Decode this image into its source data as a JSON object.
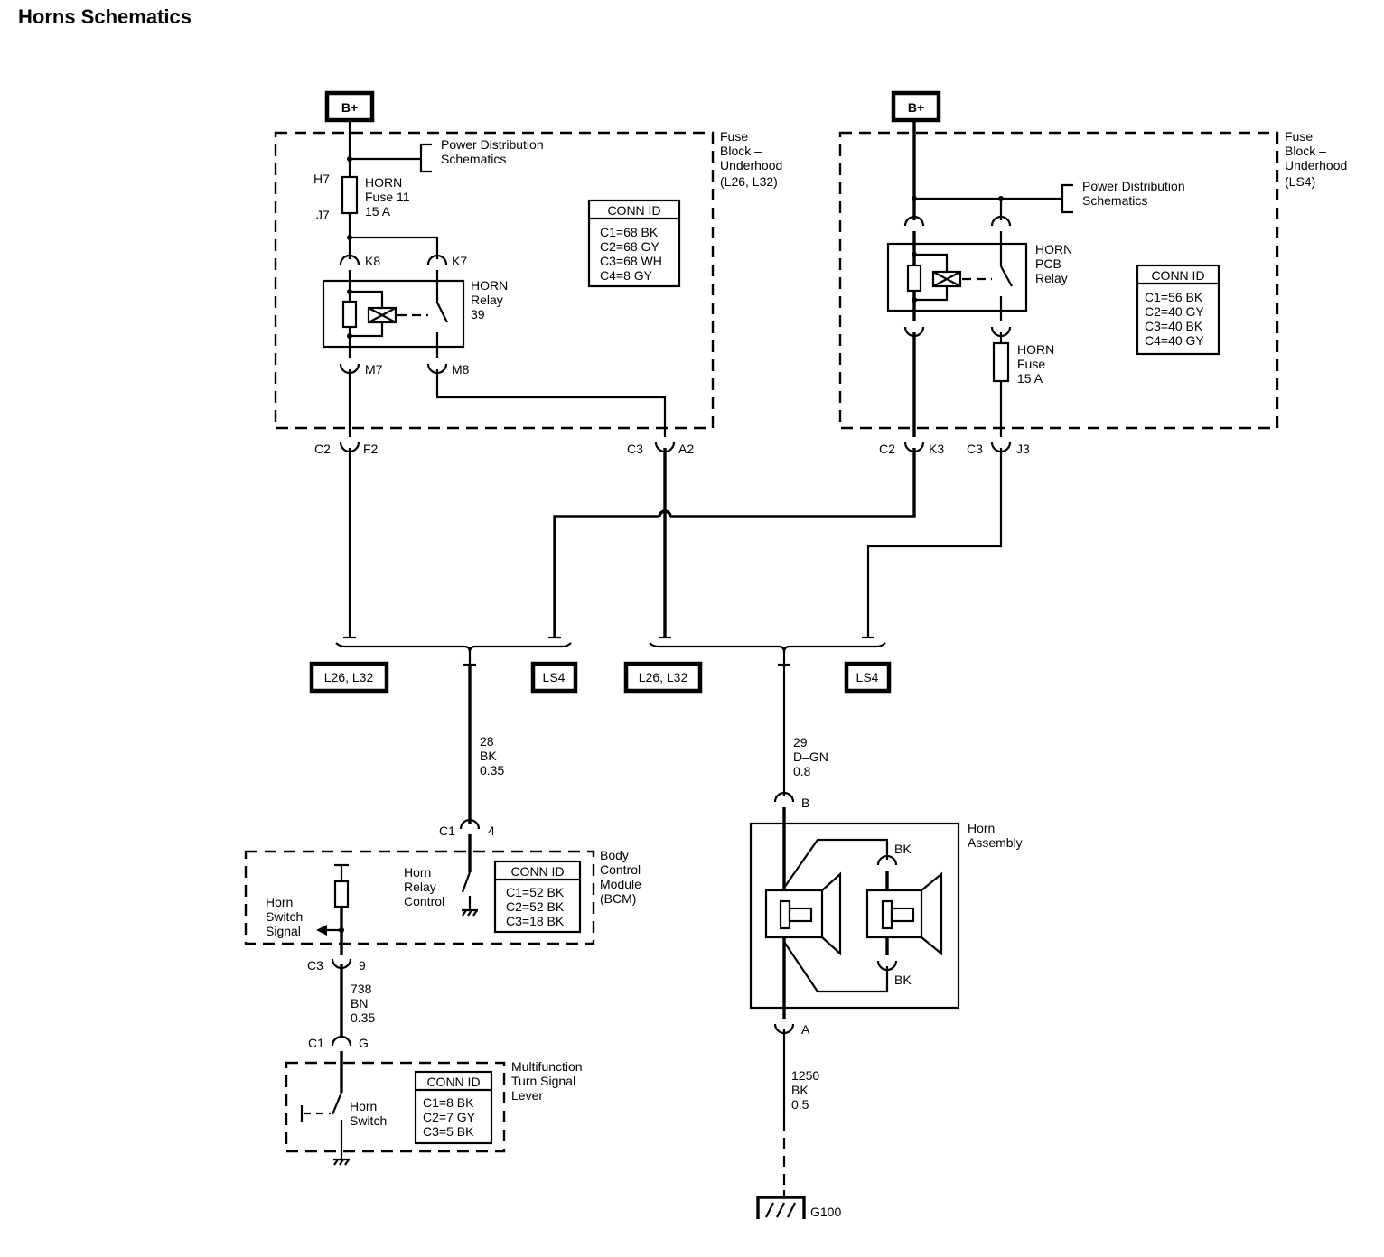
{
  "title": "Horns Schematics",
  "battery": {
    "label": "B+"
  },
  "fuse_block_left": {
    "title": [
      "Fuse",
      "Block –",
      "Underhood",
      "(L26, L32)"
    ],
    "power_dist": [
      "Power Distribution",
      "Schematics"
    ],
    "fuse_pins": {
      "top": "H7",
      "bottom": "J7"
    },
    "fuse_label": [
      "HORN",
      "Fuse 11",
      "15 A"
    ],
    "relay_label": [
      "HORN",
      "Relay",
      "39"
    ],
    "relay_pins": {
      "k8": "K8",
      "k7": "K7",
      "m7": "M7",
      "m8": "M8"
    },
    "conn": {
      "header": "CONN ID",
      "rows": [
        "C1=68 BK",
        "C2=68 GY",
        "C3=68 WH",
        "C4=8 GY"
      ]
    },
    "out_c2": {
      "conn": "C2",
      "pin": "F2"
    },
    "out_c3": {
      "conn": "C3",
      "pin": "A2"
    }
  },
  "fuse_block_right": {
    "title": [
      "Fuse",
      "Block –",
      "Underhood",
      "(LS4)"
    ],
    "power_dist": [
      "Power Distribution",
      "Schematics"
    ],
    "relay_label": [
      "HORN",
      "PCB",
      "Relay"
    ],
    "fuse_label": [
      "HORN",
      "Fuse",
      "15 A"
    ],
    "conn": {
      "header": "CONN ID",
      "rows": [
        "C1=56 BK",
        "C2=40 GY",
        "C3=40 BK",
        "C4=40 GY"
      ]
    },
    "out_c2": {
      "conn": "C2",
      "pin": "K3"
    },
    "out_c3": {
      "conn": "C3",
      "pin": "J3"
    }
  },
  "option_tags": {
    "l26": "L26, L32",
    "ls4": "LS4"
  },
  "wire_28": [
    "28",
    "BK",
    "0.35"
  ],
  "wire_29": [
    "29",
    "D–GN",
    "0.8"
  ],
  "bcm": {
    "title": [
      "Body",
      "Control",
      "Module",
      "(BCM)"
    ],
    "c1_conn": "C1",
    "c1_pin": "4",
    "relay_ctrl": [
      "Horn",
      "Relay",
      "Control"
    ],
    "switch_signal": [
      "Horn",
      "Switch",
      "Signal"
    ],
    "conn": {
      "header": "CONN ID",
      "rows": [
        "C1=52 BK",
        "C2=52 BK",
        "C3=18 BK"
      ]
    },
    "c3_conn": "C3",
    "c3_pin": "9"
  },
  "wire_738": [
    "738",
    "BN",
    "0.35"
  ],
  "lever": {
    "c1_conn": "C1",
    "c1_pin": "G",
    "title": [
      "Multifunction",
      "Turn Signal",
      "Lever"
    ],
    "switch_label": [
      "Horn",
      "Switch"
    ],
    "conn": {
      "header": "CONN ID",
      "rows": [
        "C1=8 BK",
        "C2=7 GY",
        "C3=5 BK"
      ]
    }
  },
  "horn": {
    "title": [
      "Horn",
      "Assembly"
    ],
    "pin_b": "B",
    "pin_a": "A",
    "bk_top": "BK",
    "bk_bottom": "BK"
  },
  "wire_1250": [
    "1250",
    "BK",
    "0.5"
  ],
  "ground": {
    "label": "G100"
  }
}
